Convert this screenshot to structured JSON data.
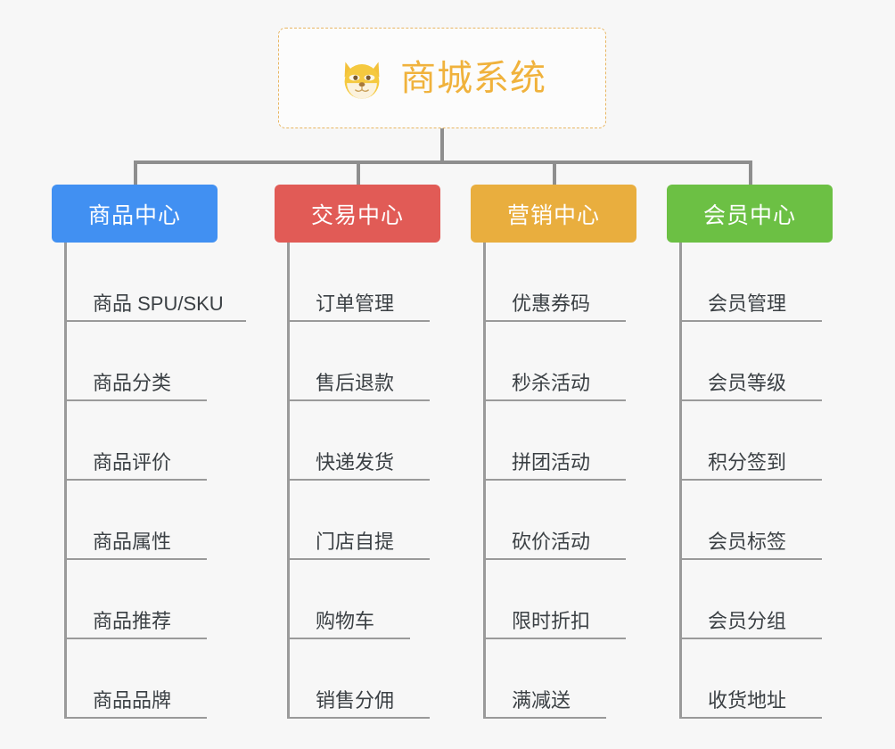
{
  "root": {
    "title": "商城系统",
    "icon": "dog-face-emoji",
    "border_color": "#e8b663",
    "text_color": "#f0b23c"
  },
  "connector_color": "#8e8e8e",
  "background_color": "#f7f7f7",
  "columns": [
    {
      "id": "product-center",
      "label": "商品中心",
      "color": "#4190f2",
      "items": [
        "商品 SPU/SKU",
        "商品分类",
        "商品评价",
        "商品属性",
        "商品推荐",
        "商品品牌"
      ]
    },
    {
      "id": "trade-center",
      "label": "交易中心",
      "color": "#e15b56",
      "items": [
        "订单管理",
        "售后退款",
        "快递发货",
        "门店自提",
        "购物车",
        "销售分佣"
      ]
    },
    {
      "id": "marketing-center",
      "label": "营销中心",
      "color": "#e9ae3e",
      "items": [
        "优惠券码",
        "秒杀活动",
        "拼团活动",
        "砍价活动",
        "限时折扣",
        "满减送"
      ]
    },
    {
      "id": "member-center",
      "label": "会员中心",
      "color": "#6cc044",
      "items": [
        "会员管理",
        "会员等级",
        "积分签到",
        "会员标签",
        "会员分组",
        "收货地址"
      ]
    }
  ]
}
